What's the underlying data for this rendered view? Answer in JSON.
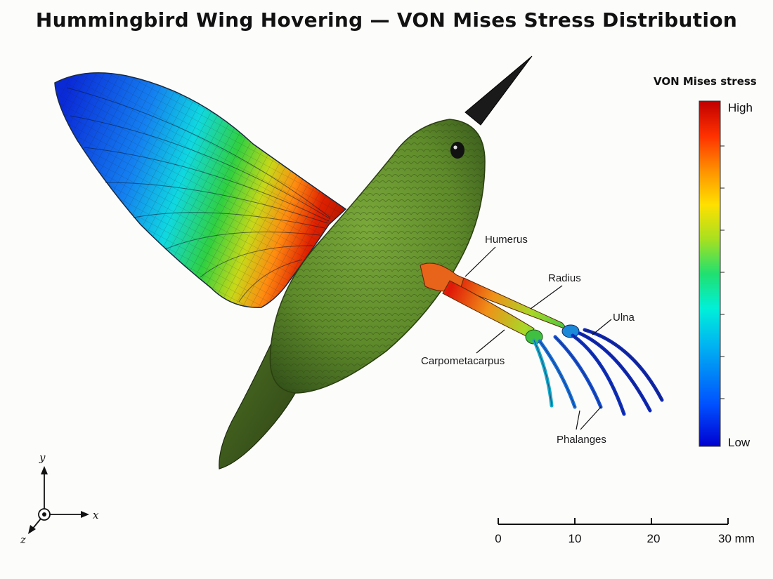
{
  "title": "Hummingbird Wing Hovering — VON Mises Stress Distribution",
  "colorbar": {
    "title": "VON Mises stress",
    "high_label": "High",
    "low_label": "Low",
    "stops": [
      "#0000d0",
      "#0050ff",
      "#00b8f0",
      "#00f0d8",
      "#20e070",
      "#a8e020",
      "#ffe000",
      "#ff9000",
      "#ff3000",
      "#c00000"
    ]
  },
  "bones": {
    "humerus": "Humerus",
    "radius": "Radius",
    "ulna": "Ulna",
    "carpometacarpus": "Carpometacarpus",
    "phalanges": "Phalanges"
  },
  "axes": {
    "y": "y",
    "x": "x",
    "z": "z"
  },
  "scale_bar": {
    "ticks": [
      "0",
      "10",
      "20",
      "30 mm"
    ]
  },
  "colors": {
    "body_green": "#5e8a2a",
    "body_dark": "#3a5a18",
    "beak": "#1a1a1a",
    "stress_high": "#d81000",
    "stress_low": "#0010d0"
  }
}
